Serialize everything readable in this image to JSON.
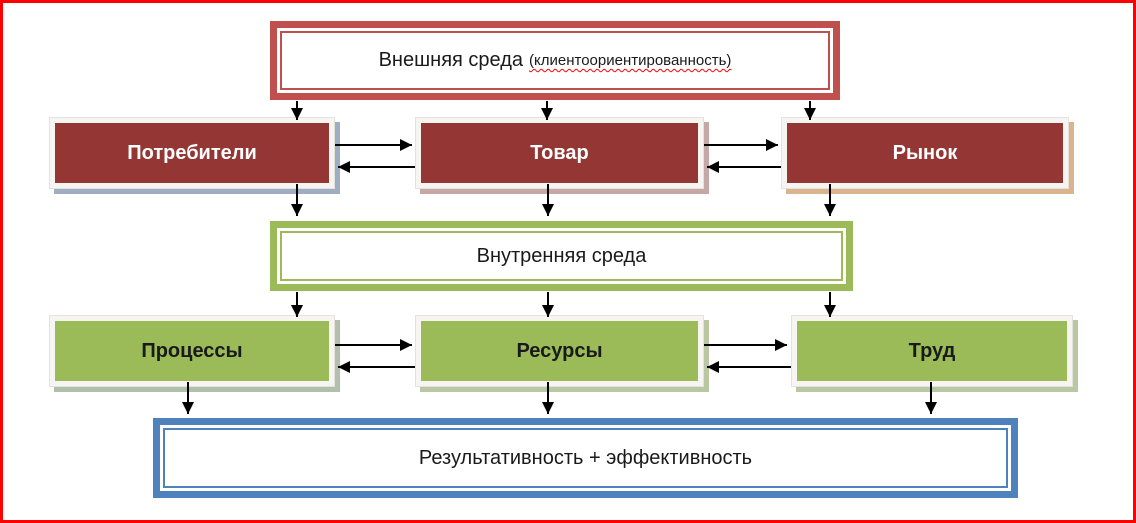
{
  "diagram": {
    "title_box": {
      "label": "Внешняя среда",
      "annotation": "(клиентоориентированность)"
    },
    "external_row": [
      {
        "label": "Потребители"
      },
      {
        "label": "Товар"
      },
      {
        "label": "Рынок"
      }
    ],
    "internal_box": {
      "label": "Внутренняя среда"
    },
    "internal_row": [
      {
        "label": "Процессы"
      },
      {
        "label": "Ресурсы"
      },
      {
        "label": "Труд"
      }
    ],
    "result_box": {
      "label": "Результативность + эффективность"
    },
    "colors": {
      "page_frame": "#ff0000",
      "external_band": "#c0504d",
      "external_fill": "#943634",
      "internal_band": "#9bbb59",
      "internal_fill": "#9bbb59",
      "result_band": "#4f81bd",
      "arrow": "#000000",
      "shadow_consumers": "#9fadc2",
      "shadow_product": "#c5a8a6",
      "shadow_market": "#d9b48c",
      "shadow_internal_row": "#bac7a3"
    }
  }
}
